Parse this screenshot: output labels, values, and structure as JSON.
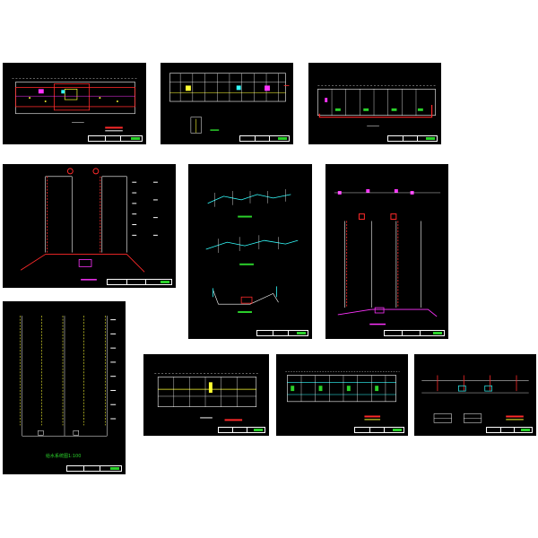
{
  "canvas": {
    "background": "#ffffff",
    "sheet_background": "#000000"
  },
  "colors": {
    "border": "#ffffff",
    "pipe_red": "#ff2a2a",
    "pipe_yellow": "#ffff33",
    "pipe_cyan": "#33ffff",
    "pipe_magenta": "#ff33ff",
    "accent_green": "#2bd12b",
    "line_white": "#ffffff"
  },
  "sheets": [
    {
      "id": "sheet-1",
      "kind": "floor-plan"
    },
    {
      "id": "sheet-2",
      "kind": "floor-plan"
    },
    {
      "id": "sheet-3",
      "kind": "floor-plan"
    },
    {
      "id": "sheet-4",
      "kind": "riser-system"
    },
    {
      "id": "sheet-5",
      "kind": "detail-axonometric"
    },
    {
      "id": "sheet-6",
      "kind": "riser-system"
    },
    {
      "id": "sheet-7",
      "kind": "riser-system"
    },
    {
      "id": "sheet-8",
      "kind": "floor-plan"
    },
    {
      "id": "sheet-9",
      "kind": "elevation"
    },
    {
      "id": "sheet-10",
      "kind": "detail-section"
    }
  ],
  "sheet7_caption": "给水系统图1:100"
}
